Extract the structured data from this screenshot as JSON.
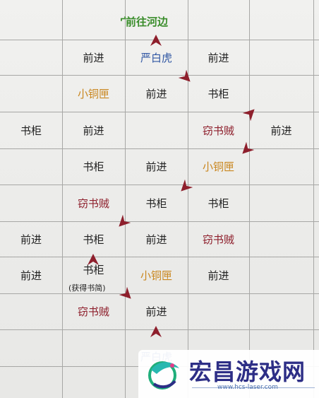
{
  "labels": {
    "forward": "前进",
    "cabinet": "书柜",
    "thief": "窃书贼",
    "tiger": "严白虎",
    "copper_box": "小铜匣",
    "goal_text": "前往河边",
    "goal_partial": "宀",
    "cabinet_note": "（获得书简）",
    "cabinet_note_paren": "(获得书简)"
  },
  "watermark": {
    "title": "宏昌游戏网",
    "url": "www.hcs-laser.com"
  },
  "colors": {
    "grid_line": "#a7a7a5",
    "arrow": "#8e1f2c",
    "thief_text": "#8e1f2c",
    "tiger_text": "#2f56a3",
    "copper_text": "#c9861e",
    "goal_text": "#3a8d2b",
    "watermark_text": "#2d2e86"
  }
}
